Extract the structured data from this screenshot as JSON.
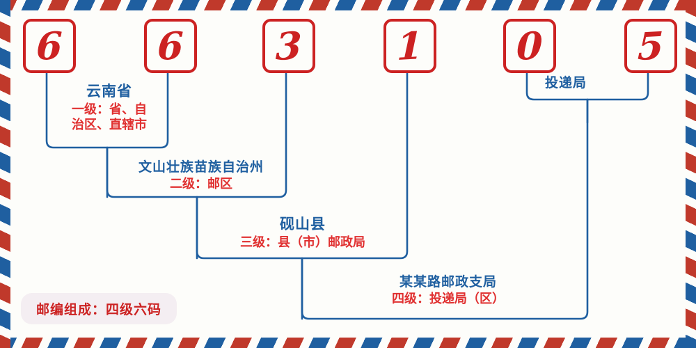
{
  "theme": {
    "paper": "#fdfdfa",
    "red": "#cc2222",
    "sub_red": "#e03030",
    "blue": "#1f5fa0",
    "badge_bg": "#f4eef2"
  },
  "postcode": {
    "digits": [
      "6",
      "6",
      "3",
      "1",
      "0",
      "5"
    ]
  },
  "top_label": {
    "title": "投递局"
  },
  "levels": [
    {
      "id": "level-1",
      "title": "云南省",
      "sub": "一级：省、自\n治区、直辖市",
      "sub_lines": [
        "一级：省、自",
        "治区、直辖市"
      ]
    },
    {
      "id": "level-2",
      "title": "文山壮族苗族自治州",
      "sub": "二级：邮区",
      "sub_lines": [
        "二级：邮区"
      ]
    },
    {
      "id": "level-3",
      "title": "砚山县",
      "sub": "三级：县（市）邮政局",
      "sub_lines": [
        "三级：县（市）邮政局"
      ]
    },
    {
      "id": "level-4",
      "title": "某某路邮政支局",
      "sub": "四级：投递局（区）",
      "sub_lines": [
        "四级：投递局（区）"
      ]
    }
  ],
  "badge": {
    "text": "邮编组成：四级六码"
  }
}
